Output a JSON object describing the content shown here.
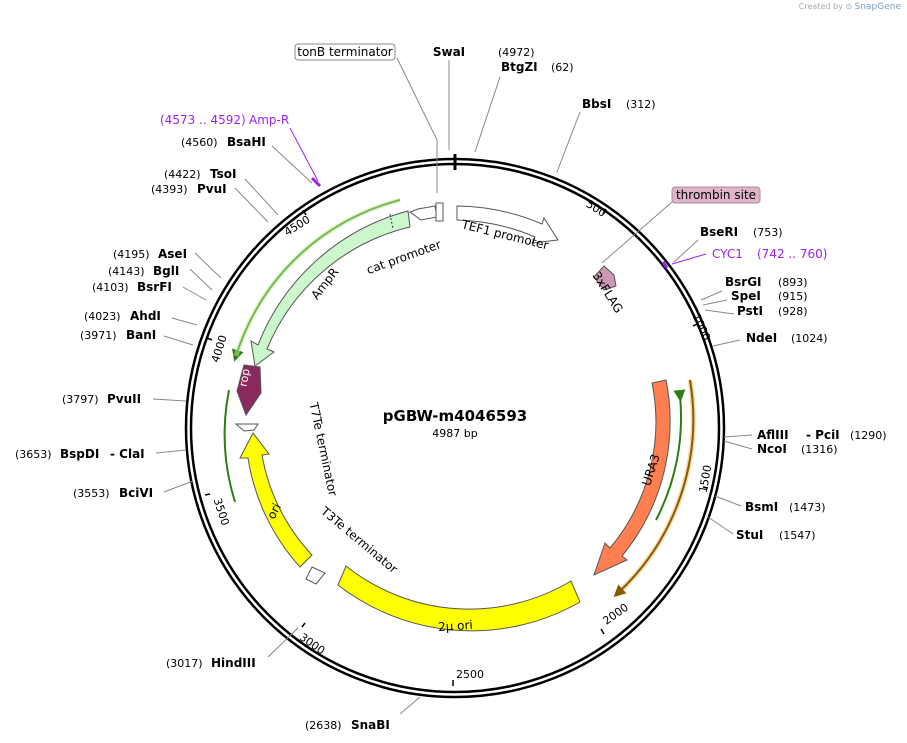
{
  "credit": {
    "prefix": "Created by",
    "brand": "SnapGene"
  },
  "plasmid": {
    "name": "pGBW-m4046593",
    "size": "4987 bp"
  },
  "ticks": [
    "500",
    "1000",
    "1500",
    "2000",
    "2500",
    "3000",
    "3500",
    "4000",
    "4500"
  ],
  "sites": [
    {
      "name": "SwaI",
      "pos": "(4972)"
    },
    {
      "name": "BtgZI",
      "pos": "(62)"
    },
    {
      "name": "BbsI",
      "pos": "(312)"
    },
    {
      "name": "BseRI",
      "pos": "(753)"
    },
    {
      "name": "BsrGI",
      "pos": "(893)"
    },
    {
      "name": "SpeI",
      "pos": "(915)"
    },
    {
      "name": "PstI",
      "pos": "(928)"
    },
    {
      "name": "NdeI",
      "pos": "(1024)"
    },
    {
      "name": "AflIII",
      "pos": "(1290)",
      "extra": "- PciI"
    },
    {
      "name": "NcoI",
      "pos": "(1316)"
    },
    {
      "name": "BsmI",
      "pos": "(1473)"
    },
    {
      "name": "StuI",
      "pos": "(1547)"
    },
    {
      "name": "SnaBI",
      "pos": "(2638)"
    },
    {
      "name": "HindIII",
      "pos": "(3017)"
    },
    {
      "name": "BciVI",
      "pos": "(3553)"
    },
    {
      "name": "BspDI",
      "pos": "(3653)",
      "extra": "- ClaI"
    },
    {
      "name": "PvuII",
      "pos": "(3797)"
    },
    {
      "name": "BanI",
      "pos": "(3971)"
    },
    {
      "name": "AhdI",
      "pos": "(4023)"
    },
    {
      "name": "BsrFI",
      "pos": "(4103)"
    },
    {
      "name": "BglI",
      "pos": "(4143)"
    },
    {
      "name": "AseI",
      "pos": "(4195)"
    },
    {
      "name": "PvuI",
      "pos": "(4393)"
    },
    {
      "name": "TsoI",
      "pos": "(4422)"
    },
    {
      "name": "BsaHI",
      "pos": "(4560)"
    }
  ],
  "primers": [
    {
      "name": "Amp-R",
      "range": "(4573 .. 4592)"
    },
    {
      "name": "CYC1",
      "range": "(742 .. 760)"
    }
  ],
  "boxed_labels": {
    "tonB": "tonB terminator",
    "thrombin": "thrombin site"
  },
  "features": {
    "tef1": "TEF1 promoter",
    "cat": "cat promoter",
    "ampr": "AmpR",
    "rop": "rop",
    "t7te": "T7Te terminator",
    "ori": "ori",
    "t3te": "T3Te terminator",
    "twomu": "2μ ori",
    "ura3": "URA3",
    "flag": "3xFLAG"
  },
  "colors": {
    "ampr": "#ccf6cc",
    "rop": "#8a2a5c",
    "ori": "#ffff00",
    "twomu": "#ffff00",
    "ura3": "#ff7f50",
    "flag": "#cc99b3",
    "promoter": "#ffffff",
    "primer": "#a020f0",
    "thrombin_box": "#e0b4c8",
    "arc_green": "#2e7d12",
    "arc_orange": "#b8860b"
  }
}
